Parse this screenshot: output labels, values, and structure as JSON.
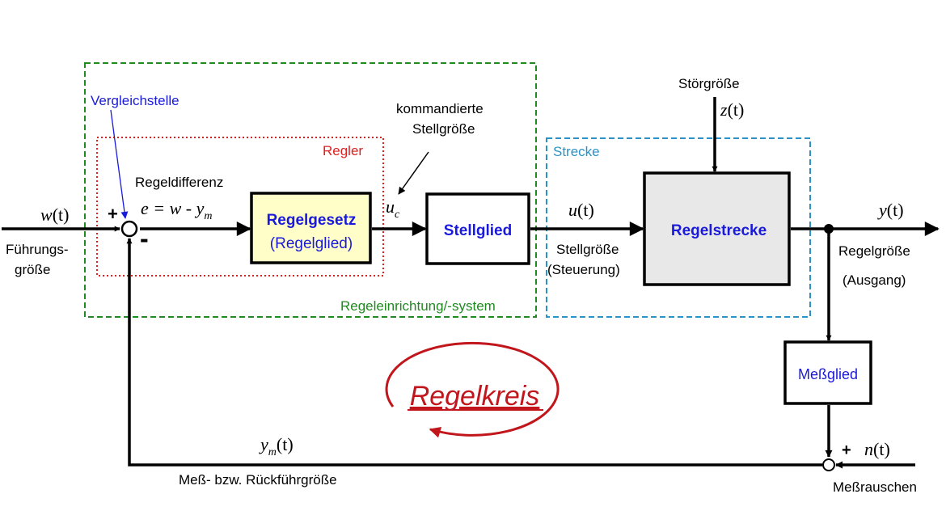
{
  "colors": {
    "green": "#218a21",
    "red": "#dd2020",
    "blue": "#2a92c6",
    "text_blue": "#1a1adc",
    "dark_red": "#c0161c",
    "yellow_fill": "#fffdc8",
    "gray_fill": "#e8e8e8"
  },
  "labels": {
    "vergleichstelle": "Vergleichstelle",
    "regler": "Regler",
    "regeleinrichtung": "Regeleinrichtung/-system",
    "strecke": "Strecke",
    "stoergroesse": "Störgröße",
    "kommandierte": "kommandierte",
    "stellgroesse_top": "Stellgröße",
    "regeldifferenz": "Regeldifferenz",
    "fuehrungs_1": "Führungs-",
    "fuehrungs_2": "größe",
    "stellgroesse": "Stellgröße",
    "steuerung": "(Steuerung)",
    "regelgroesse": "Regelgröße",
    "ausgang": "(Ausgang)",
    "messrueck": "Meß- bzw. Rückführgröße",
    "messrauschen": "Meßrauschen",
    "regelkreis": "Regelkreis"
  },
  "blocks": {
    "regelgesetz_1": "Regelgesetz",
    "regelgesetz_2": "(Regelglied)",
    "stellglied": "Stellglied",
    "regelstrecke": "Regelstrecke",
    "messglied": "Meßglied"
  },
  "signals": {
    "w": "w",
    "w_arg": "(t)",
    "e_eq": "e = w - y",
    "e_sub": "m",
    "u_c": "u",
    "u_c_sub": "c",
    "u": "u",
    "u_arg": "(t)",
    "y": "y",
    "y_arg": "(t)",
    "z": "z",
    "z_arg": "(t)",
    "ym": "y",
    "ym_sub": "m",
    "ym_arg": "(t)",
    "n": "n",
    "n_arg": "(t)",
    "plus1": "+",
    "minus1": "-",
    "plus2": "+"
  }
}
